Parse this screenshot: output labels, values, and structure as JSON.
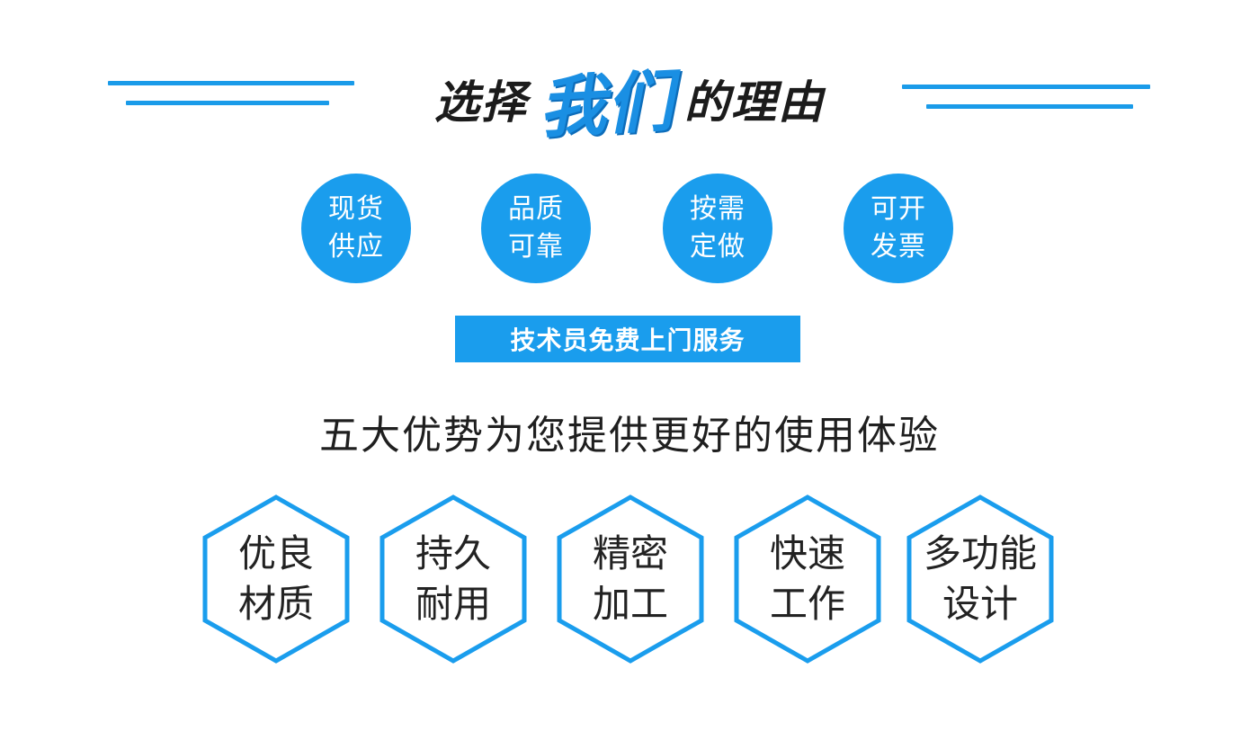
{
  "header": {
    "title_left": "选择",
    "title_accent": "我们",
    "title_right": "的理由"
  },
  "features": [
    {
      "line1": "现货",
      "line2": "供应"
    },
    {
      "line1": "品质",
      "line2": "可靠"
    },
    {
      "line1": "按需",
      "line2": "定做"
    },
    {
      "line1": "可开",
      "line2": "发票"
    }
  ],
  "service_banner": "技术员免费上门服务",
  "subtitle": "五大优势为您提供更好的使用体验",
  "advantages": [
    {
      "line1": "优良",
      "line2": "材质"
    },
    {
      "line1": "持久",
      "line2": "耐用"
    },
    {
      "line1": "精密",
      "line2": "加工"
    },
    {
      "line1": "快速",
      "line2": "工作"
    },
    {
      "line1": "多功能",
      "line2": "设计"
    }
  ],
  "colors": {
    "accent": "#1a9ded",
    "text": "#1f1f1f",
    "background": "#ffffff"
  }
}
